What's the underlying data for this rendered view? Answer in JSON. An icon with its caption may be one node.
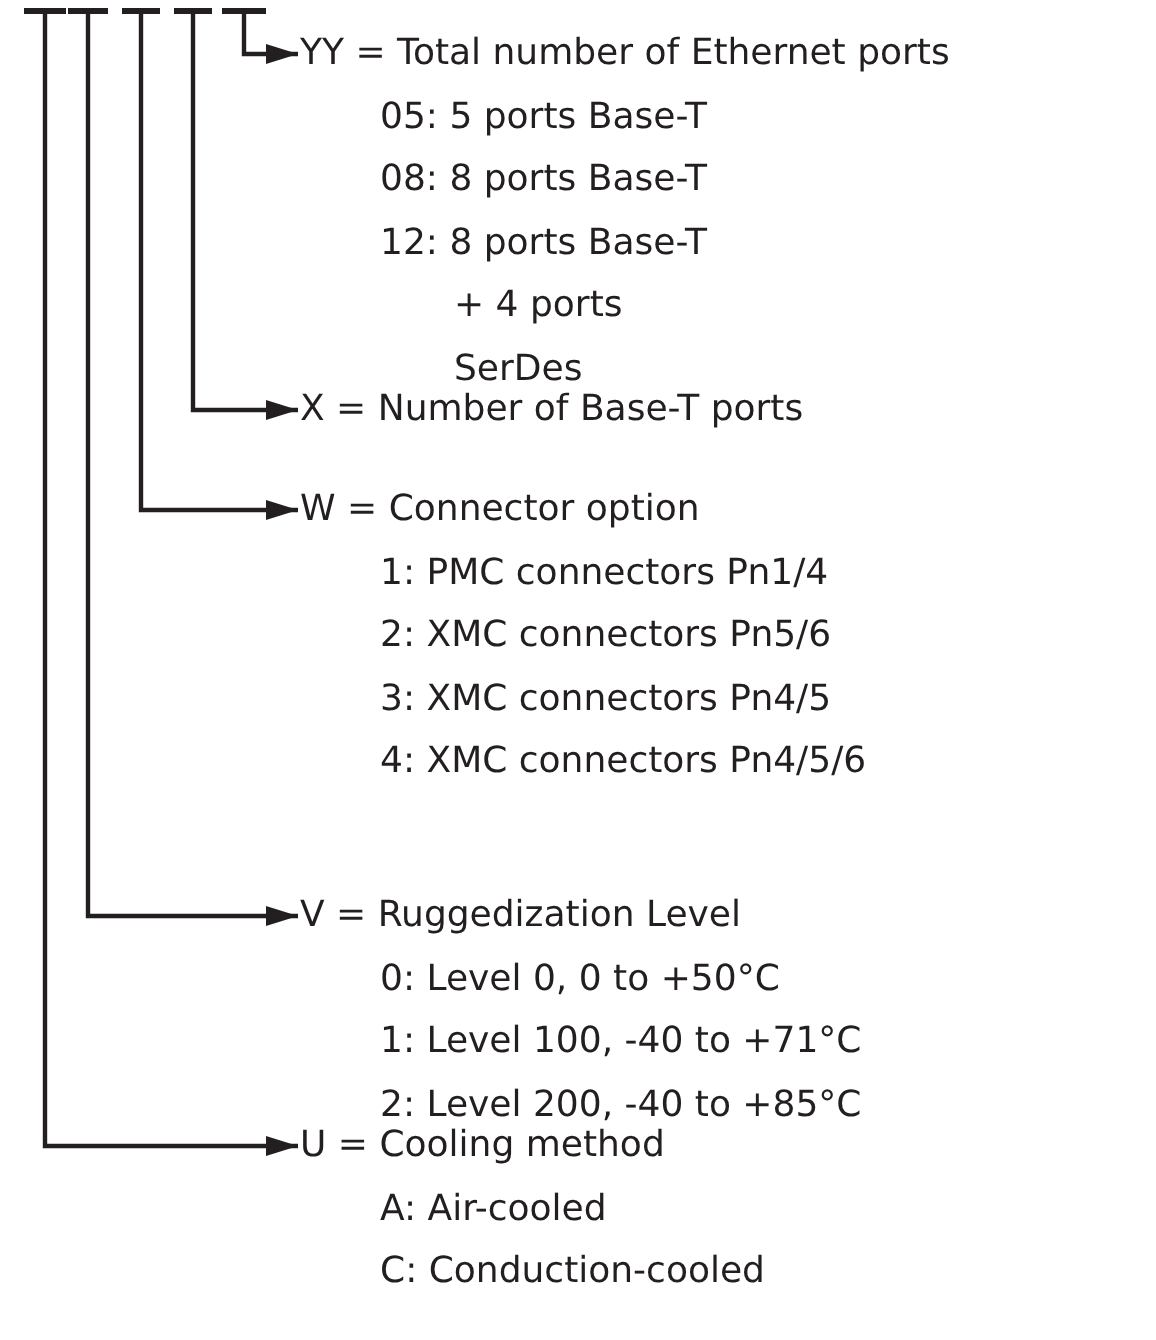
{
  "diagram": {
    "nodes": [
      {
        "text": [],
        "shape": "bar"
      },
      {
        "text": [],
        "shape": "bar"
      },
      {
        "text": [],
        "shape": "bar"
      },
      {
        "text": [],
        "shape": "bar"
      },
      {
        "text": [],
        "shape": "bar"
      },
      {
        "text": [
          "YY = Total number of Ethernet ports",
          "05: 5 ports Base-T",
          "08: 8 ports Base-T",
          "12: 8 ports Base-T + 4 ports SerDes"
        ]
      },
      {
        "text": [
          "X = Number of Base-T ports"
        ]
      },
      {
        "text": [
          "W = Connector option",
          "1: PMC connectors Pn1/4",
          "2: XMC connectors Pn5/6",
          "3: XMC connectors Pn4/5",
          "4: XMC connectors Pn4/5/6"
        ]
      },
      {
        "text": [
          "V = Ruggedization Level",
          "0: Level 0, 0 to +50°C",
          "1: Level 100, -40 to +71°C",
          "2: Level 200, -40 to +85°C"
        ]
      },
      {
        "text": [
          "U = Cooling method",
          "A: Air-cooled",
          "C: Conduction-cooled"
        ]
      }
    ],
    "edges": [
      {
        "from": 4,
        "to": 5,
        "arrow": "to"
      },
      {
        "from": 3,
        "to": 6,
        "arrow": "to"
      },
      {
        "from": 2,
        "to": 7,
        "arrow": "to"
      },
      {
        "from": 1,
        "to": 8,
        "arrow": "to"
      },
      {
        "from": 0,
        "to": 9,
        "arrow": "to"
      }
    ]
  }
}
